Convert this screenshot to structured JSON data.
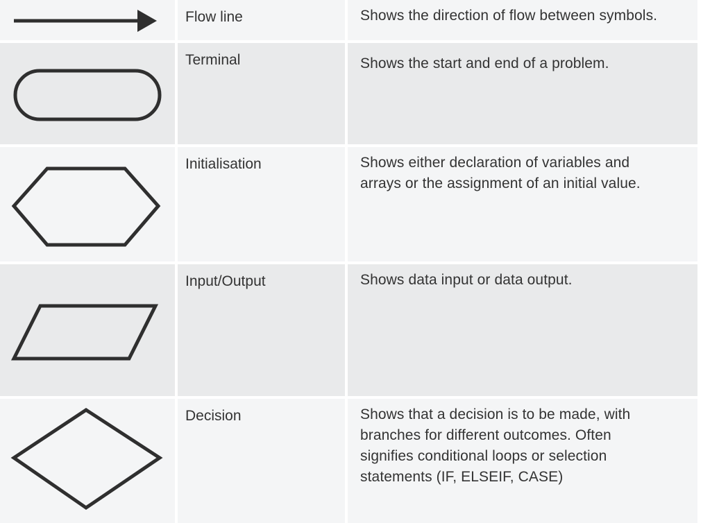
{
  "symbols": [
    {
      "name": "Flow line",
      "description": "Shows the direction of flow between symbols.",
      "icon": "arrow-right-icon"
    },
    {
      "name": "Terminal",
      "description": "Shows the start and end of a problem.",
      "icon": "rounded-rectangle-icon"
    },
    {
      "name": "Initialisation",
      "description": "Shows either declaration of variables and arrays or the assignment of an initial value.",
      "icon": "hexagon-icon"
    },
    {
      "name": "Input/Output",
      "description": "Shows data input or data output.",
      "icon": "parallelogram-icon"
    },
    {
      "name": "Decision",
      "description": "Shows that a decision is to be made, with branches for different outcomes. Often signifies conditional loops or selection statements (IF, ELSEIF, CASE)",
      "icon": "diamond-icon"
    }
  ],
  "colors": {
    "row_light": "#f4f5f6",
    "row_dark": "#e9eaeb",
    "stroke": "#2f2f2f",
    "text": "#333333"
  }
}
